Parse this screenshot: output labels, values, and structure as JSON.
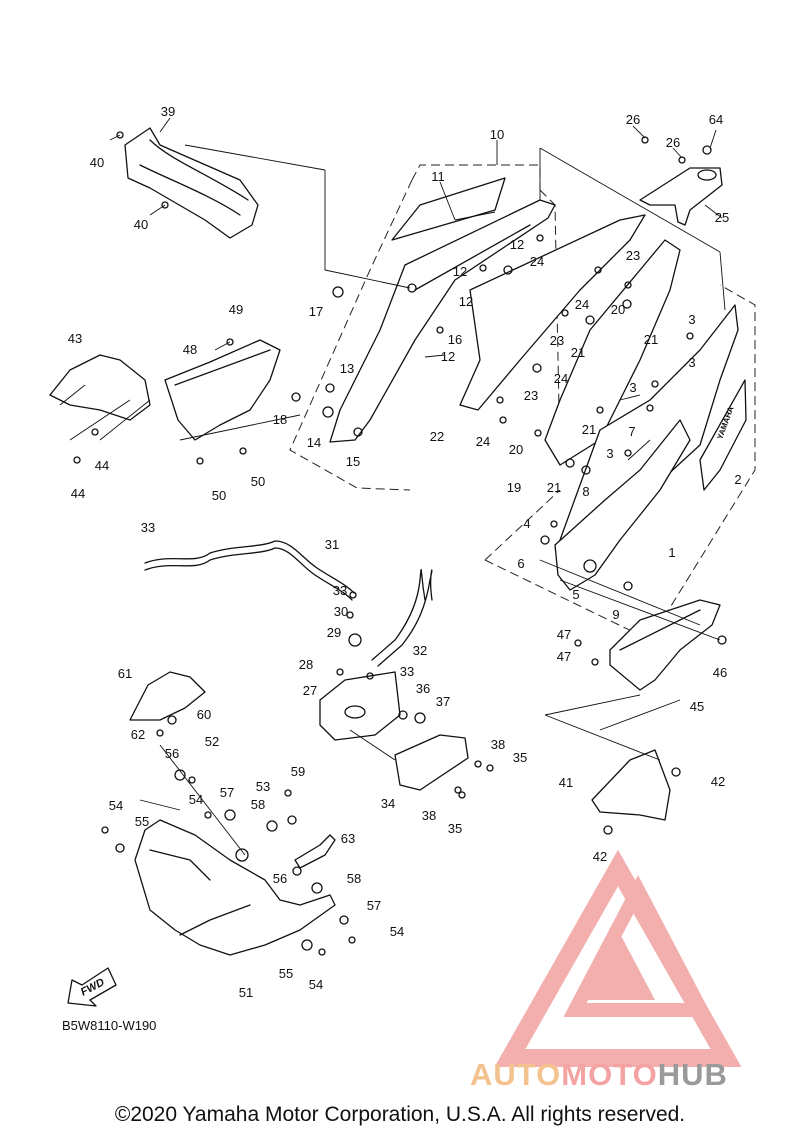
{
  "diagram": {
    "code": "B5W8110-W190",
    "copyright": "©2020 Yamaha Motor Corporation, U.S.A. All rights reserved.",
    "fwd_label": "FWD",
    "brand_label": "YAMAHA",
    "callouts": [
      {
        "id": "c39",
        "text": "39"
      },
      {
        "id": "c40a",
        "text": "40"
      },
      {
        "id": "c40b",
        "text": "40"
      },
      {
        "id": "c10",
        "text": "10"
      },
      {
        "id": "c11",
        "text": "11"
      },
      {
        "id": "c26a",
        "text": "26"
      },
      {
        "id": "c26b",
        "text": "26"
      },
      {
        "id": "c64",
        "text": "64"
      },
      {
        "id": "c25",
        "text": "25"
      },
      {
        "id": "c12a",
        "text": "12"
      },
      {
        "id": "c23a",
        "text": "23"
      },
      {
        "id": "c24a",
        "text": "24"
      },
      {
        "id": "c12b",
        "text": "12"
      },
      {
        "id": "c12c",
        "text": "12"
      },
      {
        "id": "c17",
        "text": "17"
      },
      {
        "id": "c24b",
        "text": "24"
      },
      {
        "id": "c20a",
        "text": "20"
      },
      {
        "id": "c23b",
        "text": "23"
      },
      {
        "id": "c21a",
        "text": "21"
      },
      {
        "id": "c21b",
        "text": "21"
      },
      {
        "id": "c3a",
        "text": "3"
      },
      {
        "id": "c16",
        "text": "16"
      },
      {
        "id": "c12d",
        "text": "12"
      },
      {
        "id": "c49",
        "text": "49"
      },
      {
        "id": "c43",
        "text": "43"
      },
      {
        "id": "c48",
        "text": "48"
      },
      {
        "id": "c13",
        "text": "13"
      },
      {
        "id": "c24c",
        "text": "24"
      },
      {
        "id": "c3b",
        "text": "3"
      },
      {
        "id": "c3c",
        "text": "3"
      },
      {
        "id": "c23c",
        "text": "23"
      },
      {
        "id": "c18",
        "text": "18"
      },
      {
        "id": "c14",
        "text": "14"
      },
      {
        "id": "c7",
        "text": "7"
      },
      {
        "id": "c22",
        "text": "22"
      },
      {
        "id": "c24d",
        "text": "24"
      },
      {
        "id": "c21c",
        "text": "21"
      },
      {
        "id": "c15",
        "text": "15"
      },
      {
        "id": "c44a",
        "text": "44"
      },
      {
        "id": "c20b",
        "text": "20"
      },
      {
        "id": "c3d",
        "text": "3"
      },
      {
        "id": "c2",
        "text": "2"
      },
      {
        "id": "c44b",
        "text": "44"
      },
      {
        "id": "c50a",
        "text": "50"
      },
      {
        "id": "c50b",
        "text": "50"
      },
      {
        "id": "c19",
        "text": "19"
      },
      {
        "id": "c21d",
        "text": "21"
      },
      {
        "id": "c8",
        "text": "8"
      },
      {
        "id": "c4",
        "text": "4"
      },
      {
        "id": "c33a",
        "text": "33"
      },
      {
        "id": "c31",
        "text": "31"
      },
      {
        "id": "c1",
        "text": "1"
      },
      {
        "id": "c6",
        "text": "6"
      },
      {
        "id": "c5",
        "text": "5"
      },
      {
        "id": "c9",
        "text": "9"
      },
      {
        "id": "c33b",
        "text": "33"
      },
      {
        "id": "c30",
        "text": "30"
      },
      {
        "id": "c29",
        "text": "29"
      },
      {
        "id": "c32",
        "text": "32"
      },
      {
        "id": "c47a",
        "text": "47"
      },
      {
        "id": "c46",
        "text": "46"
      },
      {
        "id": "c47b",
        "text": "47"
      },
      {
        "id": "c28",
        "text": "28"
      },
      {
        "id": "c33c",
        "text": "33"
      },
      {
        "id": "c61",
        "text": "61"
      },
      {
        "id": "c27",
        "text": "27"
      },
      {
        "id": "c36",
        "text": "36"
      },
      {
        "id": "c37",
        "text": "37"
      },
      {
        "id": "c45",
        "text": "45"
      },
      {
        "id": "c60",
        "text": "60"
      },
      {
        "id": "c62",
        "text": "62"
      },
      {
        "id": "c52",
        "text": "52"
      },
      {
        "id": "c56a",
        "text": "56"
      },
      {
        "id": "c38a",
        "text": "38"
      },
      {
        "id": "c35a",
        "text": "35"
      },
      {
        "id": "c59",
        "text": "59"
      },
      {
        "id": "c42a",
        "text": "42"
      },
      {
        "id": "c41",
        "text": "41"
      },
      {
        "id": "c57a",
        "text": "57"
      },
      {
        "id": "c53",
        "text": "53"
      },
      {
        "id": "c54a",
        "text": "54"
      },
      {
        "id": "c34",
        "text": "34"
      },
      {
        "id": "c58a",
        "text": "58"
      },
      {
        "id": "c38b",
        "text": "38"
      },
      {
        "id": "c35b",
        "text": "35"
      },
      {
        "id": "c54b",
        "text": "54"
      },
      {
        "id": "c55a",
        "text": "55"
      },
      {
        "id": "c42b",
        "text": "42"
      },
      {
        "id": "c63",
        "text": "63"
      },
      {
        "id": "c56b",
        "text": "56"
      },
      {
        "id": "c58b",
        "text": "58"
      },
      {
        "id": "c57b",
        "text": "57"
      },
      {
        "id": "c54c",
        "text": "54"
      },
      {
        "id": "c55b",
        "text": "55"
      },
      {
        "id": "c54d",
        "text": "54"
      },
      {
        "id": "c51",
        "text": "51"
      }
    ]
  },
  "watermark": {
    "part1": "AUTO",
    "part2": "MOTO",
    "part3": "HUB",
    "triangle_color": "#f2a1a1"
  }
}
